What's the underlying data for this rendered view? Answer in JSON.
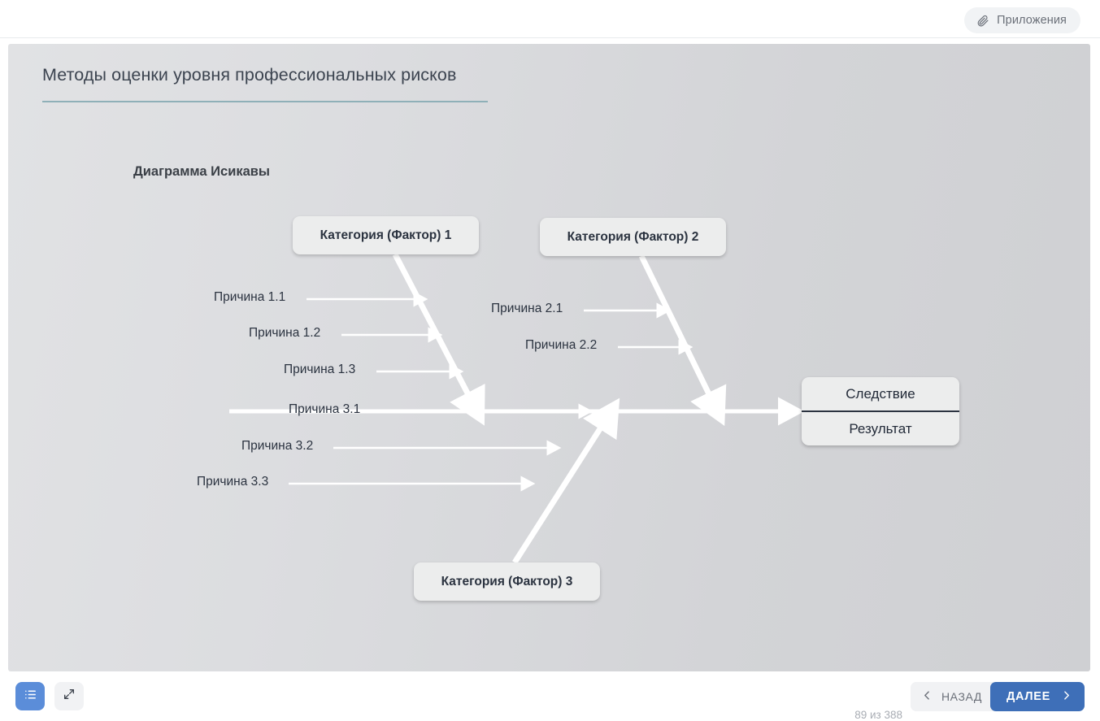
{
  "topbar": {
    "attachments_label": "Приложения",
    "attachments_icon": "paperclip-icon"
  },
  "slide": {
    "title": "Методы оценки уровня профессиональных рисков",
    "diagram_heading": "Диаграмма Исикавы",
    "accent_color": "#8fb0b8",
    "background_colors": [
      "#e1e2e4",
      "#cfd0d3"
    ],
    "bone_color": "#ffffff",
    "box_fill": "#eceded",
    "text_color": "#2b3340"
  },
  "diagram": {
    "type": "ishikawa-fishbone",
    "categories": [
      {
        "id": "cat1",
        "label": "Категория (Фактор) 1",
        "position": "top-left"
      },
      {
        "id": "cat2",
        "label": "Категория (Фактор) 2",
        "position": "top-right"
      },
      {
        "id": "cat3",
        "label": "Категория (Фактор) 3",
        "position": "bottom-center"
      }
    ],
    "causes": [
      {
        "id": "c11",
        "label": "Причина 1.1",
        "category": "cat1"
      },
      {
        "id": "c12",
        "label": "Причина 1.2",
        "category": "cat1"
      },
      {
        "id": "c13",
        "label": "Причина 1.3",
        "category": "cat1"
      },
      {
        "id": "c21",
        "label": "Причина 2.1",
        "category": "cat2"
      },
      {
        "id": "c22",
        "label": "Причина 2.2",
        "category": "cat2"
      },
      {
        "id": "c31",
        "label": "Причина 3.1",
        "category": "cat3"
      },
      {
        "id": "c32",
        "label": "Причина 3.2",
        "category": "cat3"
      },
      {
        "id": "c33",
        "label": "Причина 3.3",
        "category": "cat3"
      }
    ],
    "effect": {
      "line1": "Следствие",
      "line2": "Результат"
    }
  },
  "footer": {
    "menu_icon": "list-menu-icon",
    "expand_icon": "fullscreen-expand-icon",
    "page_counter": "89 из 388",
    "back_label": "НАЗАД",
    "next_label": "ДАЛЕЕ",
    "back_icon": "chevron-left-icon",
    "next_icon": "chevron-right-icon",
    "next_color": "#3e6fb8",
    "menu_color": "#5b8dd9"
  }
}
